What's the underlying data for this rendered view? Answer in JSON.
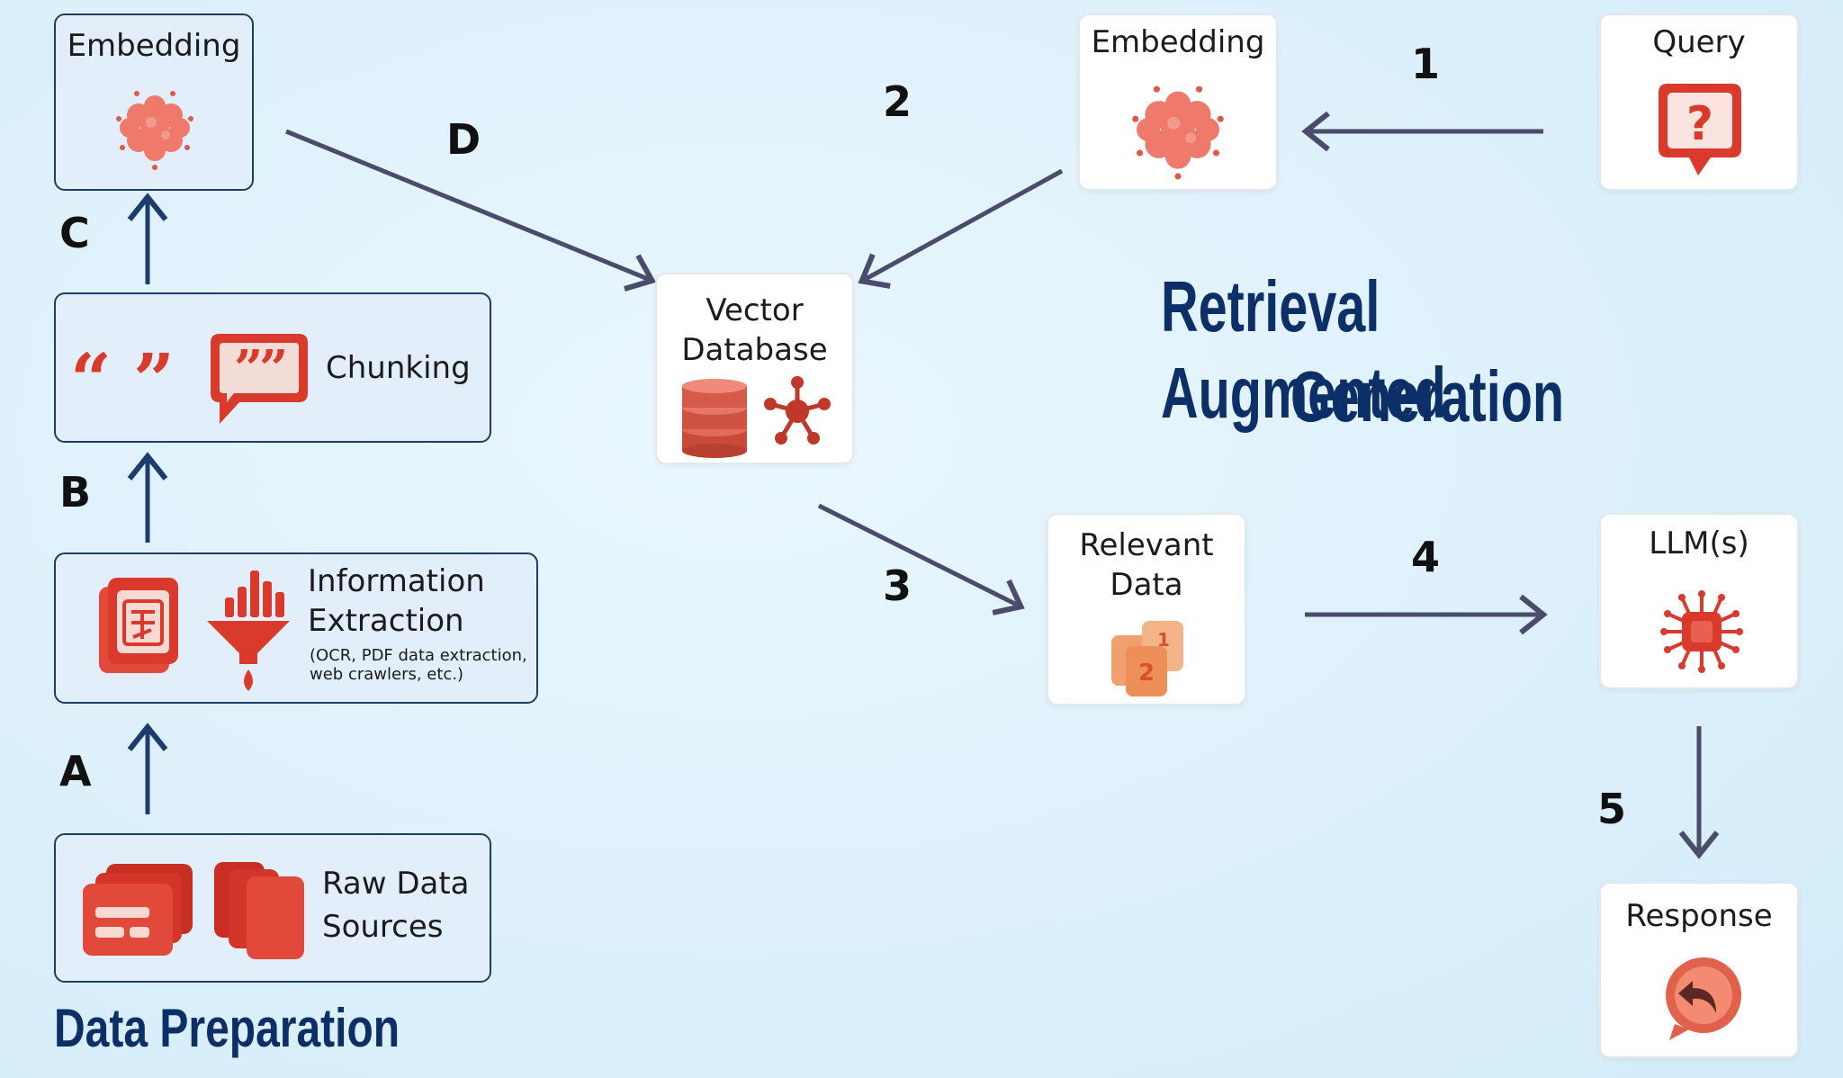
{
  "prep": {
    "title": "Data Preparation",
    "embedding": "Embedding",
    "chunking": "Chunking",
    "info_line1": "Information",
    "info_line2": "Extraction",
    "info_note_line1": "(OCR, PDF data extraction,",
    "info_note_line2": "web crawlers, etc.)",
    "raw_line1": "Raw Data",
    "raw_line2": "Sources",
    "steps": {
      "a": "A",
      "b": "B",
      "c": "C",
      "d": "D"
    }
  },
  "center": {
    "vector_line1": "Vector",
    "vector_line2": "Database"
  },
  "rag": {
    "title_line1": "Retrieval Augmented",
    "title_line2": "Generation",
    "embedding": "Embedding",
    "query": "Query",
    "relevant_line1": "Relevant",
    "relevant_line2": "Data",
    "llm": "LLM(s)",
    "response": "Response",
    "steps": {
      "s1": "1",
      "s2": "2",
      "s3": "3",
      "s4": "4",
      "s5": "5"
    }
  },
  "colors": {
    "accent_red": "#d93a2b",
    "prep_border": "#1f3b66",
    "title_blue": "#0d2f68",
    "arrow_navy": "#1d3c6e",
    "arrow_slate": "#4b4c6b"
  },
  "icons": {
    "prep_embedding": "embedding-cluster-icon",
    "quote_marks": "quote-marks-icon",
    "chat_quote": "chat-quote-icon",
    "document": "document-icon",
    "funnel": "funnel-chart-icon",
    "cards": "cards-stack-icon",
    "files": "files-stack-icon",
    "database": "database-icon",
    "molecule": "molecule-icon",
    "rag_embedding": "embedding-cluster-icon",
    "query": "question-bubble-icon",
    "relevant": "numbered-docs-icon",
    "llm": "chip-icon",
    "response": "reply-bubble-icon"
  }
}
